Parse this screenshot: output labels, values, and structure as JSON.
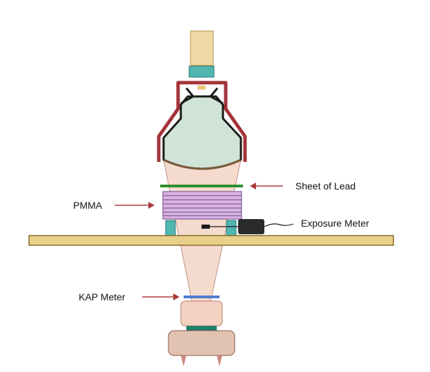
{
  "labels": {
    "sheet_of_lead": "Sheet of Lead",
    "pmma": "PMMA",
    "exposure_meter": "Exposure Meter",
    "kap_meter": "KAP Meter"
  },
  "colors": {
    "arrow": "#a83a3a",
    "housing_outline": "#a3333a",
    "tube_fill": "#cfe3d6",
    "tube_outline": "#1a1a1a",
    "beam": "#f3d3c6",
    "lead_sheet": "#2f8f2f",
    "pmma_fill": "#d8b2e2",
    "pmma_lines": "#6e4c8c",
    "table": "#e8cf8a",
    "table_edge": "#8a6a2a",
    "detector_body": "#f5d1c2",
    "detector_base": "#1e7f6a",
    "kap_meter": "#4f7fcf",
    "support": "#e2c2b0",
    "exposure_meter_box": "#2a2a2a",
    "teal_block": "#4fb7b0",
    "top_box": "#efd9a5"
  }
}
